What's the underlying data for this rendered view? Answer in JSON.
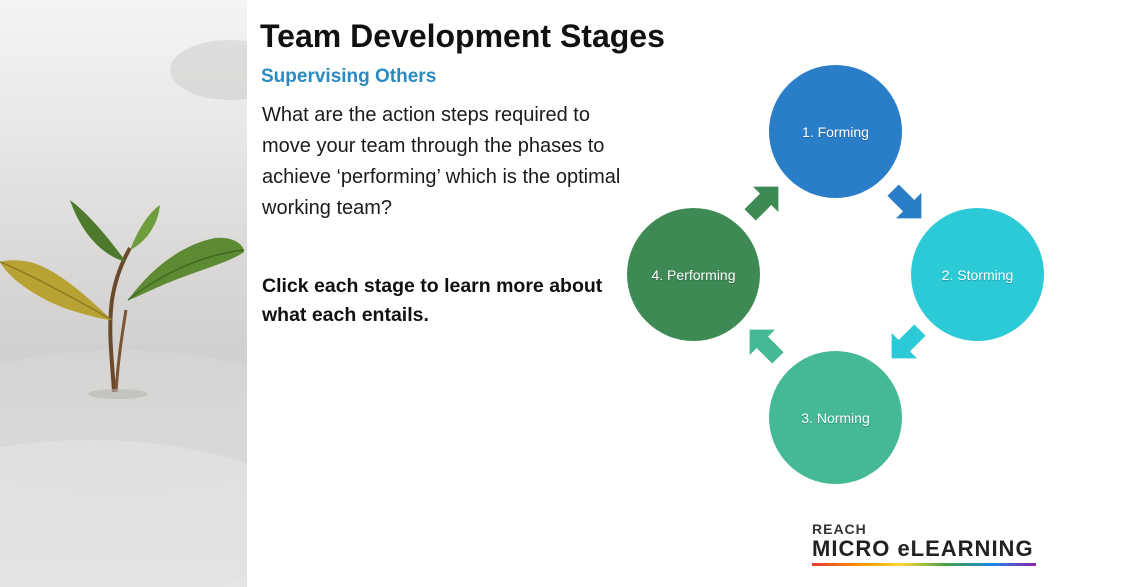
{
  "slide": {
    "title": "Team Development Stages",
    "subtitle": "Supervising Others",
    "question": "What are the action steps required to move your team through the phases to achieve ‘performing’ which is the optimal working team?",
    "instruction": "Click each stage to learn more about what each entails."
  },
  "stages": [
    {
      "label": "1. Forming",
      "color": "#2a7ec8"
    },
    {
      "label": "2. Storming",
      "color": "#2ccad7"
    },
    {
      "label": "3. Norming",
      "color": "#45b896"
    },
    {
      "label": "4. Performing",
      "color": "#3e8a55"
    }
  ],
  "brand": {
    "top": "REACH",
    "main": "MICRO eLEARNING"
  }
}
